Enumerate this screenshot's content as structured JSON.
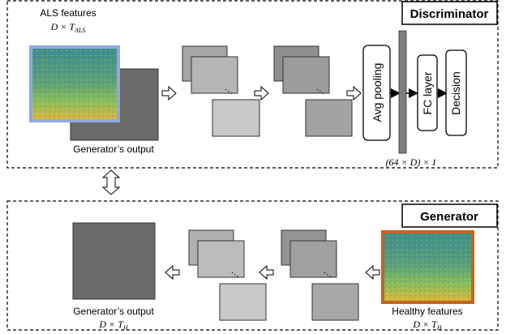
{
  "discriminator": {
    "title": "Discriminator",
    "als_label": "ALS features",
    "als_dim_prefix": "D × T",
    "als_dim_sub": "ALS",
    "generator_output_label": "Generator’s output",
    "avg_pooling_label": "Avg pooling",
    "fc_label": "FC layer",
    "decision_label": "Decision",
    "vector_dim_label": "(64 × D) × 1"
  },
  "generator": {
    "title": "Generator",
    "output_label": "Generator’s output",
    "output_dim_prefix": "D × T",
    "output_dim_sub": "H",
    "healthy_label": "Healthy features",
    "healthy_dim_prefix": "D × T",
    "healthy_dim_sub": "H"
  },
  "icons": {
    "flow_arrow": "hollow-right-arrow",
    "back_arrow": "hollow-left-arrow",
    "exchange_arrow": "double-vertical-arrow"
  },
  "colors": {
    "als_frame": "#8fa8e0",
    "healthy_frame": "#c4651f",
    "map_dark": "#6b6b6b",
    "map_mid": "#a6a6a6",
    "map_light": "#c8c8c8",
    "bar": "#7f7f7f"
  }
}
